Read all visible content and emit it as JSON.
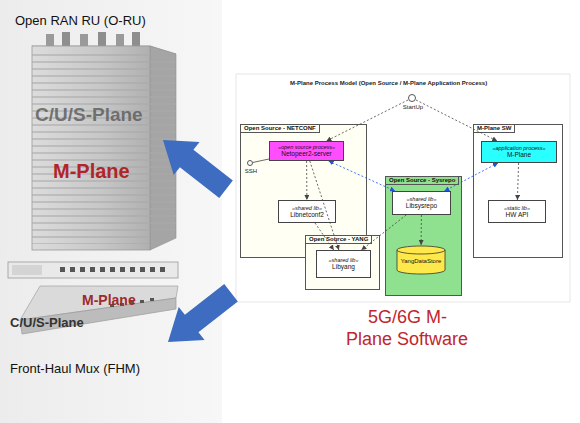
{
  "diagram": {
    "title": "M-Plane Process Model (Open Source / M-Plane Application Process)",
    "caption": "5G/6G M-Plane Software",
    "nodes": [
      {
        "text": [
          "Open RAN RU (O-RU)",
          "C/U/S-Plane",
          "M-Plane"
        ]
      },
      {
        "text": [
          "M-Plane",
          "C/U/S-Plane",
          "Front-Haul Mux (FHM)"
        ]
      },
      {
        "text": [
          "StartUp"
        ]
      },
      {
        "text": [
          "Open Source - NETCONF"
        ]
      },
      {
        "text": [
          "«open source process»",
          "Netopeer2-server"
        ],
        "in": 3
      },
      {
        "text": [
          "SSH"
        ],
        "in": 3
      },
      {
        "text": [
          "«shared lib»",
          "Libnetconf2"
        ],
        "in": 3
      },
      {
        "text": [
          "M-Plane SW"
        ]
      },
      {
        "text": [
          "«application process»",
          "M-Plane"
        ],
        "in": 7
      },
      {
        "text": [
          "«static lib»",
          "HW API"
        ],
        "in": 7
      },
      {
        "text": [
          "Open Source - Sysrepo"
        ]
      },
      {
        "text": [
          "«shared lib»",
          "Libsysrepo"
        ],
        "in": 10
      },
      {
        "text": [
          "YangDataStore"
        ],
        "in": 10
      },
      {
        "text": [
          "Open Source - YANG"
        ]
      },
      {
        "text": [
          "«shared lib»",
          "Libyang"
        ],
        "in": 13
      }
    ],
    "edges": [
      {
        "from": 2,
        "to": 4,
        "arrow": "to"
      },
      {
        "from": 2,
        "to": 8,
        "arrow": "to"
      },
      {
        "from": 5,
        "to": 4,
        "arrow": "none"
      },
      {
        "from": 4,
        "to": 6,
        "arrow": "to"
      },
      {
        "from": 4,
        "to": 11,
        "arrow": "both"
      },
      {
        "from": 8,
        "to": 11,
        "arrow": "both"
      },
      {
        "from": 8,
        "to": 9,
        "arrow": "to"
      },
      {
        "from": 4,
        "to": 14,
        "arrow": "to"
      },
      {
        "from": 6,
        "to": 14,
        "arrow": "to"
      },
      {
        "from": 11,
        "to": 12,
        "arrow": "to"
      },
      {
        "from": 11,
        "to": 14,
        "arrow": "to"
      }
    ]
  }
}
